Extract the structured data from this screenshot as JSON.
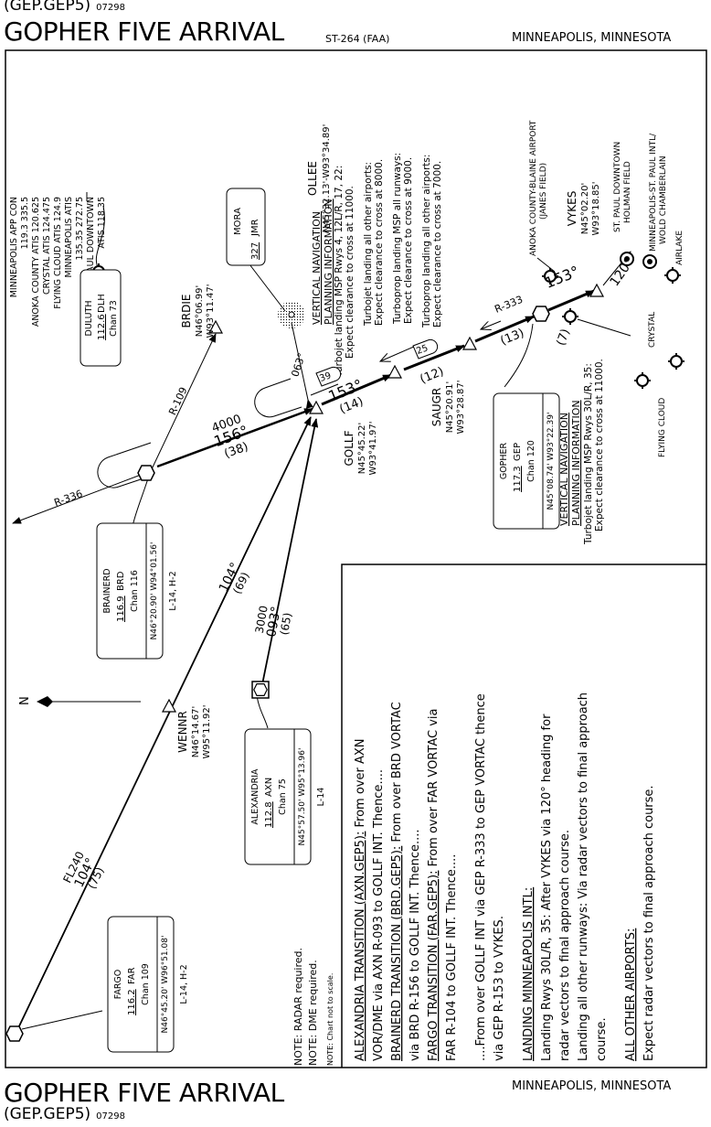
{
  "header": {
    "procedure_code": "(GEP.GEP5)",
    "date_code": "07298",
    "title": "GOPHER FIVE ARRIVAL",
    "chart_number": "ST-264 (FAA)",
    "location": "MINNEAPOLIS, MINNESOTA"
  },
  "footer": {
    "title": "GOPHER FIVE ARRIVAL",
    "location": "MINNEAPOLIS, MINNESOTA",
    "procedure_code": "(GEP.GEP5)",
    "date_code": "07298"
  },
  "communications": [
    "MINNEAPOLIS APP CON",
    "119.3  335.5",
    "ANOKA COUNTY ATIS 120.625",
    "CRYSTAL ATIS 124.475",
    "FLYING CLOUD ATIS 124.9",
    "MINNEAPOLIS ATIS",
    "135.35  272.75",
    "ST. PAUL DOWNTOWN",
    "ATIS 118.35"
  ],
  "navaids": {
    "duluth": {
      "name": "DULUTH",
      "freq": "112.6",
      "ident": "DLH",
      "chan": "Chan 73"
    },
    "mora": {
      "name": "MORA",
      "freq": "327",
      "ident": "JMR"
    },
    "brainerd": {
      "name": "BRAINERD",
      "freq": "116.9",
      "ident": "BRD",
      "chan": "Chan 116",
      "coords": "N46°20.90' W94°01.56'",
      "charts": "L-14, H-2"
    },
    "alexandria": {
      "name": "ALEXANDRIA",
      "freq": "112.8",
      "ident": "AXN",
      "chan": "Chan 75",
      "coords": "N45°57.50' W95°13.96'",
      "charts": "L-14"
    },
    "fargo": {
      "name": "FARGO",
      "freq": "116.2",
      "ident": "FAR",
      "chan": "Chan 109",
      "coords": "N46°45.20' W96°51.08'",
      "charts": "L-14, H-2"
    },
    "gopher": {
      "name": "GOPHER",
      "freq": "117.3",
      "ident": "GEP",
      "chan": "Chan 120",
      "coords": "N45°08.74' W93°22.39'"
    }
  },
  "fixes": {
    "ollee": {
      "name": "OLLEE",
      "coords": "N45°32.13'-W93°34.89'"
    },
    "brdie": {
      "name": "BRDIE",
      "lat": "N46°06.99'",
      "lon": "W93°11.47'"
    },
    "golff": {
      "name": "GOLLF",
      "lat": "N45°45.22'",
      "lon": "W93°41.97'"
    },
    "saugr": {
      "name": "SAUGR",
      "lat": "N45°20.91'",
      "lon": "W93°28.87'"
    },
    "wennr": {
      "name": "WENNR",
      "lat": "N46°14.67'",
      "lon": "W95°11.92'"
    },
    "vykes": {
      "name": "VYKES",
      "lat": "N45°02.20'",
      "lon": "W93°18.85'"
    }
  },
  "vnav_upper": {
    "heading1": "VERTICAL NAVIGATION",
    "heading2": "PLANNING INFORMATION",
    "lines": [
      "Turbojet landing MSP Rwys 4, 12L/R, 17, 22:",
      "Expect clearance to cross at 11000.",
      "Turbojet landing all other airports:",
      "Expect clearance to cross at 8000.",
      "Turboprop landing MSP all runways:",
      "Expect clearance to cross at 9000.",
      "Turboprop landing all other airports:",
      "Expect clearance to cross at 7000."
    ]
  },
  "vnav_lower": {
    "heading1": "VERTICAL NAVIGATION",
    "heading2": "PLANNING INFORMATION",
    "lines": [
      "Turbojet landing MSP Rwys 30L/R, 35:",
      "Expect clearance to cross at 11000."
    ]
  },
  "airports": {
    "anoka1": "ANOKA COUNTY-BLAINE AIRPORT",
    "anoka2": "(JANES FIELD)",
    "stpaul1": "ST. PAUL DOWNTOWN",
    "stpaul2": "HOLMAN FIELD",
    "msp1": "MINNEAPOLIS-ST. PAUL INTL/",
    "msp2": "WOLD CHAMBERLAIN",
    "airlake": "AIRLAKE",
    "crystal": "CRYSTAL",
    "flying_cloud": "FLYING CLOUD"
  },
  "route_labels": {
    "r336": "R-336",
    "r109": "R-109",
    "r333": "R-333",
    "brd_alt": "4000",
    "brd_crs": "156°",
    "brd_dist": "(38)",
    "golff_crs": "153°",
    "golff_dist": "(14)",
    "mora_crs": "063°",
    "far_crs_mid": "104°",
    "far_dist_mid": "(69)",
    "axn_alt": "3000",
    "axn_crs": "093°",
    "axn_dist": "(65)",
    "far_alt": "FL240",
    "far_crs": "104°",
    "far_dist": "(75)",
    "seg_12": "(12)",
    "seg_13": "(13)",
    "seg_7": "(7)",
    "vykes_crs": "153°",
    "heading_120": "120°",
    "box_39": "39",
    "box_25": "25",
    "north": "N"
  },
  "notes": [
    "NOTE: RADAR required.",
    "NOTE: DME required.",
    "NOTE: Chart not to scale."
  ],
  "procedure_text": [
    {
      "u": "ALEXANDRIA TRANSITION (AXN.GEP5):",
      "t": " From over AXN"
    },
    {
      "u": "",
      "t": "VOR/DME via AXN R-093 to GOLLF INT. Thence...."
    },
    {
      "u": "BRAINERD TRANSITION (BRD.GEP5):",
      "t": " From over BRD VORTAC"
    },
    {
      "u": "",
      "t": "via BRD R-156 to GOLLF INT. Thence...."
    },
    {
      "u": "FARGO TRANSITION (FAR.GEP5):",
      "t": " From over FAR VORTAC via"
    },
    {
      "u": "",
      "t": "FAR R-104 to GOLLF INT. Thence...."
    },
    {
      "u": "",
      "t": ""
    },
    {
      "u": "",
      "t": "   ....From over GOLLF INT via GEP R-333 to GEP VORTAC thence"
    },
    {
      "u": "",
      "t": "   via GEP R-153 to VYKES."
    },
    {
      "u": "",
      "t": ""
    },
    {
      "u": "LANDING MINNEAPOLIS INTL:",
      "t": ""
    },
    {
      "u": "",
      "t": "Landing Rwys 30L/R, 35: After VYKES via 120° heading for"
    },
    {
      "u": "",
      "t": "radar vectors to final approach course."
    },
    {
      "u": "",
      "t": "Landing all other runways:  Via radar vectors to final approach"
    },
    {
      "u": "",
      "t": "course."
    },
    {
      "u": "",
      "t": ""
    },
    {
      "u": "ALL OTHER AIRPORTS:",
      "t": ""
    },
    {
      "u": "",
      "t": "Expect radar vectors to final approach course."
    }
  ]
}
